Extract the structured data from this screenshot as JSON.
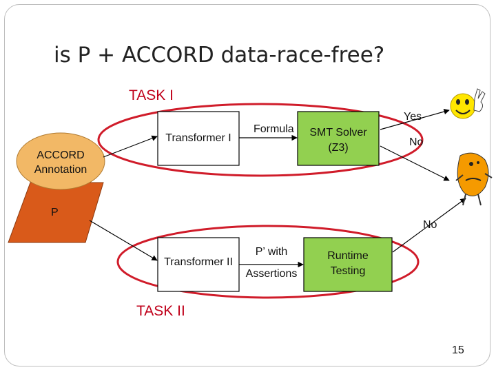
{
  "slide": {
    "title": "is P + ACCORD data-race-free?",
    "page_number": "15"
  },
  "task1": {
    "label": "TASK I",
    "transformer": "Transformer I",
    "formula": "Formula",
    "solver_line1": "SMT Solver",
    "solver_line2": "(Z3)",
    "yes": "Yes",
    "no": "No"
  },
  "task2": {
    "label": "TASK II",
    "transformer": "Transformer II",
    "assertions_line1": "P’ with",
    "assertions_line2": "Assertions",
    "runtime_line1": "Runtime",
    "runtime_line2": "Testing",
    "no": "No"
  },
  "inputs": {
    "annotation_line1": "ACCORD",
    "annotation_line2": "Annotation",
    "program": "P"
  },
  "colors": {
    "accent_red": "#c0001a",
    "solver_fill": "#92d050",
    "annotation_fill": "#f2b866",
    "program_fill": "#d95a1a"
  },
  "icons": [
    "happy-smiley-icon",
    "sad-smiley-icon"
  ]
}
